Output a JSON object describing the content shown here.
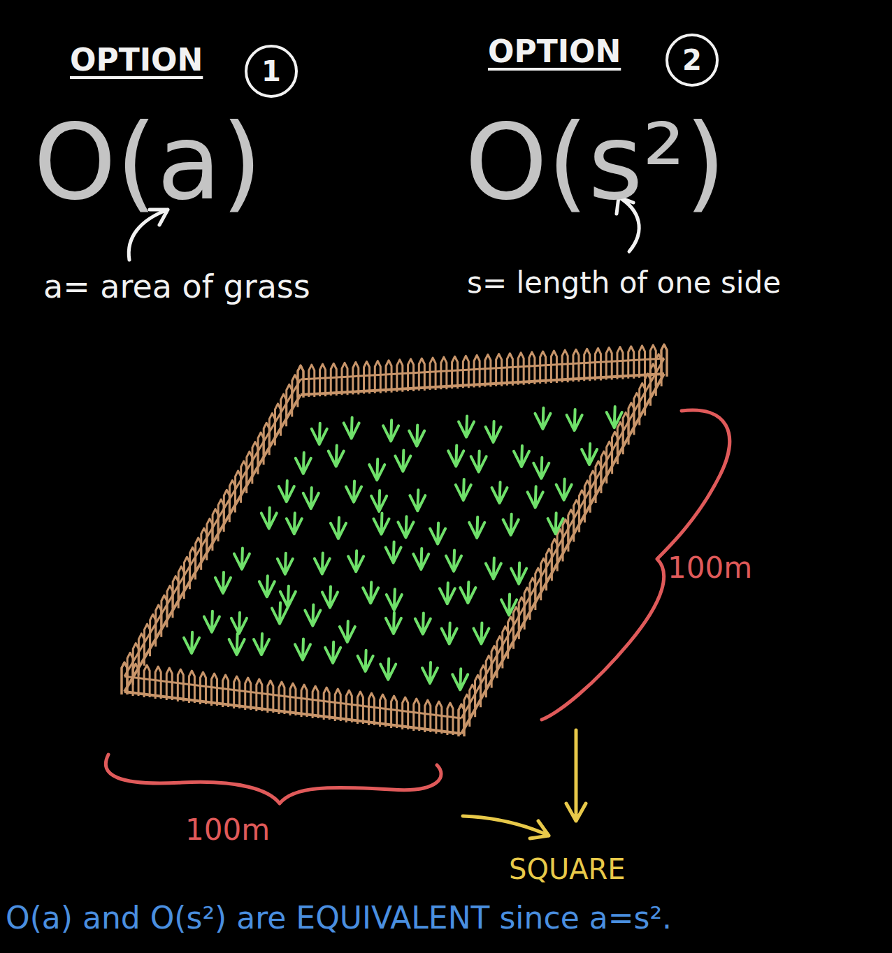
{
  "diagram": {
    "caption": "O(a) and O(s²) are EQUIVALENT since a=s².",
    "nodes": [
      {
        "text": [
          "1"
        ]
      },
      {
        "text": [
          "2"
        ]
      }
    ],
    "labels": [
      "OPTION",
      "O(a)",
      "a= area of grass",
      "OPTION",
      "O(s²)",
      "s= length of one side",
      "100m",
      "100m",
      "SQUARE"
    ]
  }
}
